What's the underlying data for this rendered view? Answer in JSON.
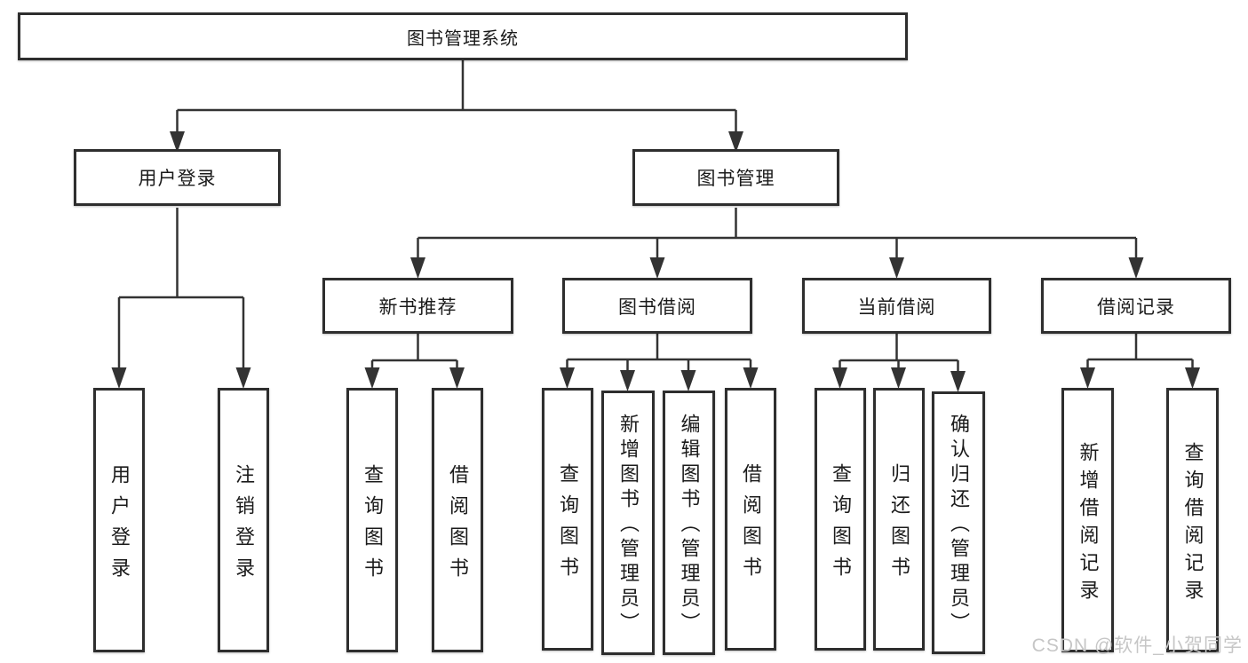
{
  "diagram": {
    "type": "hierarchy-tree",
    "title": "图书管理系统",
    "nodes": {
      "root": "图书管理系统",
      "user_login": "用户登录",
      "book_mgmt": "图书管理",
      "new_book_rec": "新书推荐",
      "book_borrow": "图书借阅",
      "current_borrow": "当前借阅",
      "borrow_record": "借阅记录",
      "user_login_leaf": "用户登录",
      "logout_leaf": "注销登录",
      "rec_query": "查询图书",
      "rec_borrow": "借阅图书",
      "bb_query": "查询图书",
      "bb_add": "新增图书（管理员）",
      "bb_edit": "编辑图书（管理员）",
      "bb_borrow": "借阅图书",
      "cb_query": "查询图书",
      "cb_return": "归还图书",
      "cb_confirm": "确认归还（管理员）",
      "br_add": "新增借阅记录",
      "br_query": "查询借阅记录"
    },
    "structure": [
      {
        "parent": "图书管理系统",
        "children": [
          "用户登录",
          "图书管理"
        ]
      },
      {
        "parent": "用户登录",
        "children": [
          "用户登录",
          "注销登录"
        ]
      },
      {
        "parent": "图书管理",
        "children": [
          "新书推荐",
          "图书借阅",
          "当前借阅",
          "借阅记录"
        ]
      },
      {
        "parent": "新书推荐",
        "children": [
          "查询图书",
          "借阅图书"
        ]
      },
      {
        "parent": "图书借阅",
        "children": [
          "查询图书",
          "新增图书（管理员）",
          "编辑图书（管理员）",
          "借阅图书"
        ]
      },
      {
        "parent": "当前借阅",
        "children": [
          "查询图书",
          "归还图书",
          "确认归还（管理员）"
        ]
      },
      {
        "parent": "借阅记录",
        "children": [
          "新增借阅记录",
          "查询借阅记录"
        ]
      }
    ],
    "colors": {
      "line": "#333333",
      "box_border": "#2e2e2e",
      "box_fill": "#ffffff",
      "text": "#1b1b1b",
      "watermark": "#c6c6c6",
      "background": "#ffffff"
    }
  },
  "watermark": "CSDN @软件_小贺同学"
}
